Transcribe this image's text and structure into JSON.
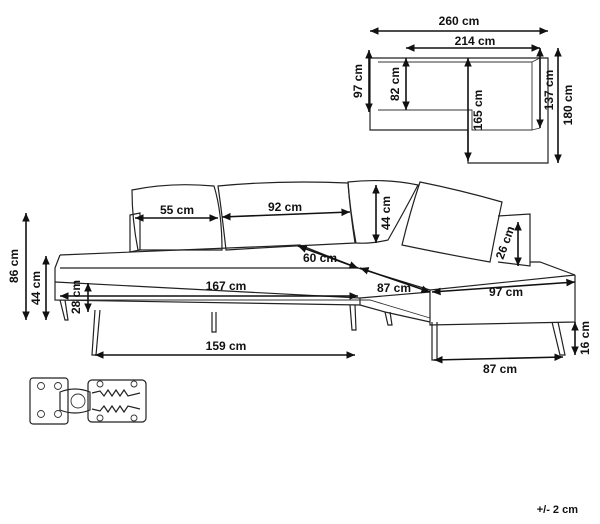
{
  "plan": {
    "total_width": "260 cm",
    "inner_width": "214 cm",
    "left_height": "97 cm",
    "left_inner_height": "82 cm",
    "chaise_inner_length": "165 cm",
    "right_inner_height": "137 cm",
    "total_depth": "180 cm"
  },
  "sofa": {
    "cushion_width_a": "55 cm",
    "cushion_width_b": "92 cm",
    "cushion_height": "44 cm",
    "total_height": "86 cm",
    "seat_height": "44 cm",
    "seat_width": "167 cm",
    "seat_thickness": "28 cm",
    "corner_depth": "60 cm",
    "base_width": "159 cm",
    "chaise_width": "87 cm",
    "chaise_length": "97 cm",
    "armrest_height": "26 cm",
    "chaise_base_width": "87 cm",
    "leg_height": "16 cm"
  },
  "tolerance": "+/- 2 cm",
  "colors": {
    "line": "#222222",
    "background": "#ffffff"
  }
}
